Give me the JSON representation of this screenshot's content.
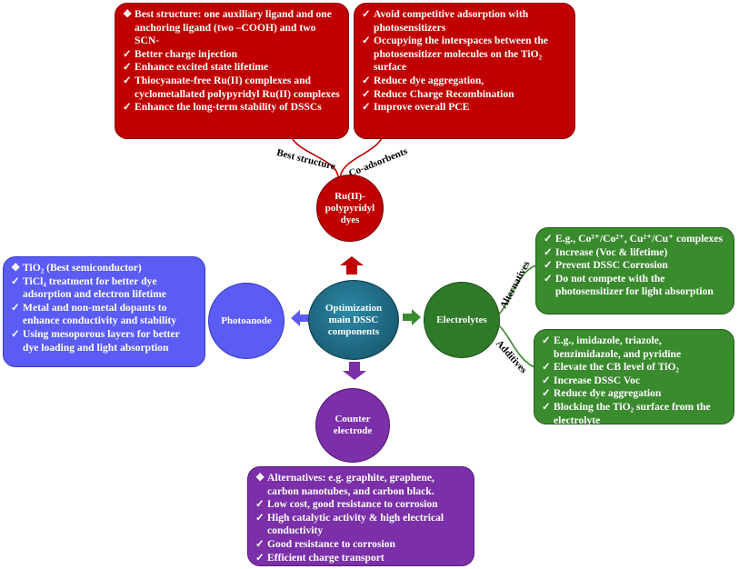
{
  "center": {
    "label": "Optimization main DSSC components",
    "line1": "Optimization",
    "line2": "main DSSC",
    "line3": "components"
  },
  "nodes": {
    "ru": {
      "line1": "Ru(II)-",
      "line2": "polypyridyl",
      "line3": "dyes"
    },
    "electrolytes": {
      "label": "Electrolytes"
    },
    "photoanode": {
      "label": "Photoanode"
    },
    "counter": {
      "line1": "Counter",
      "line2": "electrode"
    }
  },
  "connector_labels": {
    "best_structure": "Best structure",
    "co_adsorbents": "Co-adsorbents",
    "alternatives": "Alternatives",
    "additives": "Additives"
  },
  "boxes": {
    "best_structure": [
      "Best structure: one auxiliary ligand and one anchoring ligand (two –COOH) and two SCN-",
      "Better charge injection",
      "Enhance excited state lifetime",
      "Thiocyanate-free Ru(II) complexes and cyclometallated polypyridyl Ru(II) complexes",
      "Enhance the long-term stability of DSSCs"
    ],
    "co_adsorbents": [
      "Avoid competitive adsorption with photosensitizers",
      "Occupying the interspaces between the photosensitizer molecules on the TiO₂ surface",
      "Reduce dye aggregation,",
      "Reduce Charge Recombination",
      "Improve overall PCE"
    ],
    "alternatives": [
      "E.g., Co³⁺/Co²⁺, Cu²⁺/Cu⁺ complexes",
      "Increase (Voc & lifetime)",
      "Prevent DSSC Corrosion",
      "Do not compete with the photosensitizer for light absorption"
    ],
    "additives": [
      "E.g., imidazole, triazole, benzimidazole, and pyridine",
      "Elevate the CB level of TiO₂",
      "Increase DSSC Voc",
      "Reduce dye aggregation",
      "Blocking the TiO₂ surface from the electrolyte"
    ],
    "photoanode": [
      "TiO₂ (Best semiconductor)",
      "TiCl₄ treatment for better dye adsorption and electron lifetime",
      "Metal and non-metal dopants to enhance conductivity and stability",
      "Using mesoporous layers for better dye loading and light absorption"
    ],
    "counter": [
      "Alternatives: e.g.  graphite, graphene, carbon nanotubes, and carbon black.",
      "Low cost, good resistance to corrosion",
      "High catalytic activity & high electrical conductivity",
      "Good resistance to corrosion",
      "Efficient charge transport"
    ]
  },
  "markers": {
    "lead": "❖",
    "check": "✓"
  },
  "colors": {
    "red": "#c00000",
    "green": "#3a8a2e",
    "blue": "#5b5cf5",
    "purple": "#7b2fa8",
    "center": "#1b5f78"
  }
}
